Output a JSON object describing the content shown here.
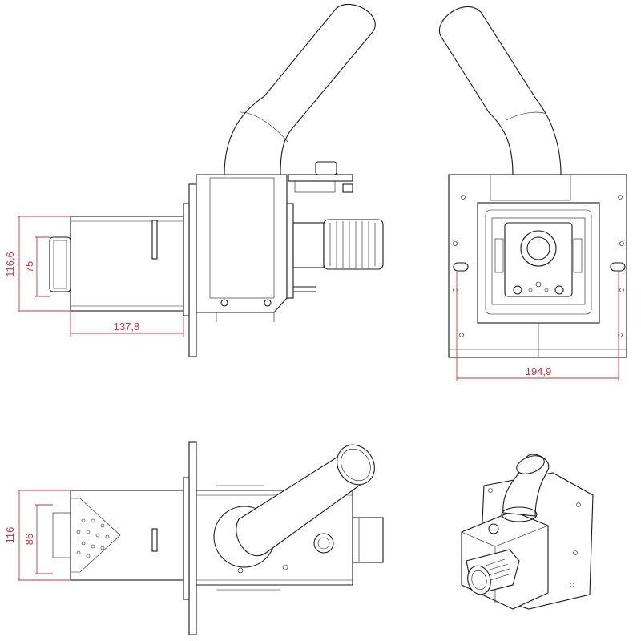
{
  "dimensions": {
    "side_height": "116,6",
    "side_inner_height": "75",
    "side_depth": "137,8",
    "front_width": "194,9",
    "top_height": "116",
    "top_inner_height": "86"
  },
  "colors": {
    "line": "#1a1a1a",
    "dimension": "#d0303c",
    "background": "#ffffff"
  }
}
